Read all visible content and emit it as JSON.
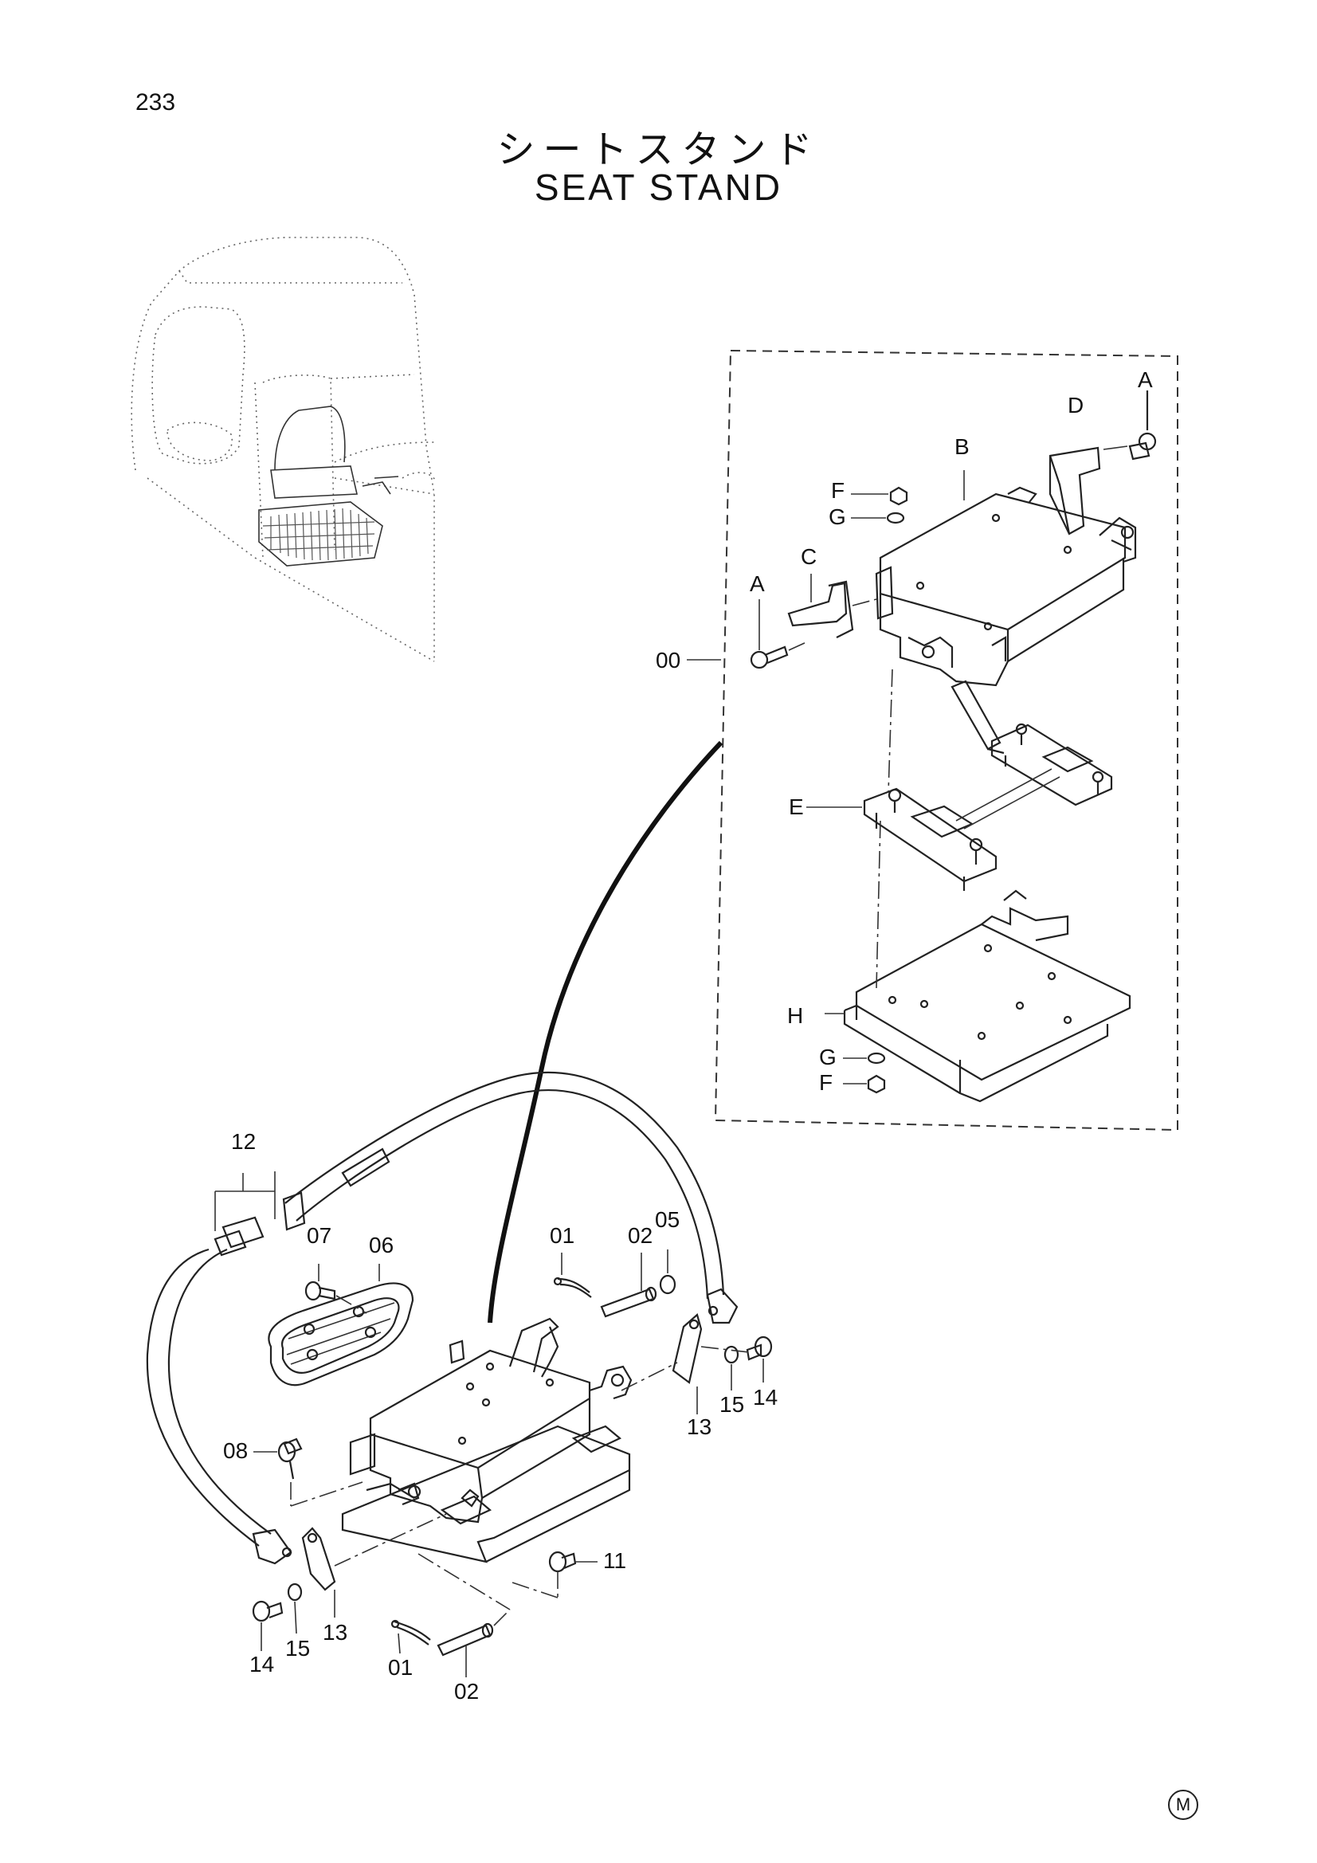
{
  "page_number": "233",
  "title_jp": "シートスタンド",
  "title_en": "SEAT STAND",
  "mark": "M",
  "assembly_labels": {
    "a_top": "A",
    "d": "D",
    "b": "B",
    "f_top": "F",
    "g_top": "G",
    "c": "C",
    "a_left": "A",
    "assembly": "00",
    "e": "E",
    "h": "H",
    "g_bottom": "G",
    "f_bottom": "F"
  },
  "part_labels": {
    "p12": "12",
    "p07": "07",
    "p06": "06",
    "p01_top": "01",
    "p02_top": "02",
    "p05": "05",
    "p14_right": "14",
    "p15_right": "15",
    "p13_right": "13",
    "p08": "08",
    "p11": "11",
    "p14_left": "14",
    "p15_left": "15",
    "p13_left": "13",
    "p01_bottom": "01",
    "p02_bottom": "02"
  }
}
